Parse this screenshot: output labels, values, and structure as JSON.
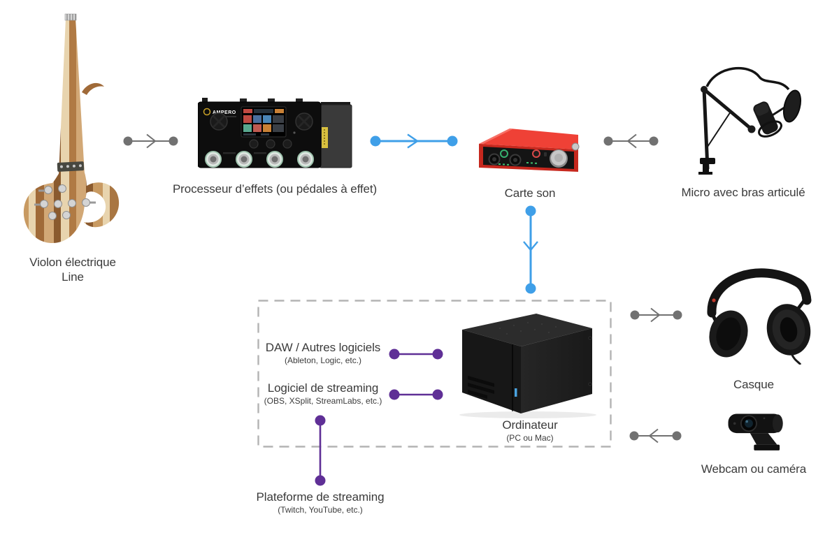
{
  "palette": {
    "accent_blue": "#3f9fe8",
    "accent_purple": "#5f2f96",
    "connector_gray": "#717171",
    "dashed_border": "#b3b3b3",
    "text": "#3b3b3b"
  },
  "nodes": {
    "violin": {
      "label": "Violon électrique",
      "label2": "Line"
    },
    "effects_processor": {
      "label": "Processeur d’effets (ou pédales à effet)",
      "brand": "AMPERO"
    },
    "sound_card": {
      "label": "Carte son"
    },
    "mic": {
      "label": "Micro avec bras articulé"
    },
    "computer": {
      "label": "Ordinateur",
      "sublabel": "(PC ou Mac)"
    },
    "daw": {
      "label": "DAW / Autres logiciels",
      "sublabel": "(Ableton, Logic, etc.)"
    },
    "streaming_software": {
      "label": "Logiciel de streaming",
      "sublabel": "(OBS, XSplit, StreamLabs, etc.)"
    },
    "streaming_platform": {
      "label": "Plateforme de streaming",
      "sublabel": "(Twitch, YouTube, etc.)"
    },
    "headphones": {
      "label": "Casque"
    },
    "webcam": {
      "label": "Webcam ou caméra"
    }
  }
}
